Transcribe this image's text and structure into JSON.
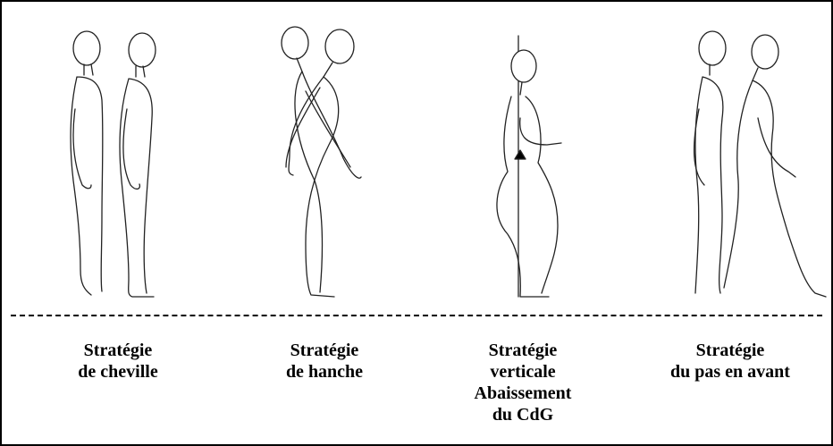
{
  "captions": [
    {
      "lines": [
        "Stratégie",
        "de cheville"
      ]
    },
    {
      "lines": [
        "Stratégie",
        "de hanche"
      ]
    },
    {
      "lines": [
        "Stratégie",
        "verticale",
        "Abaissement",
        "du CdG"
      ]
    },
    {
      "lines": [
        "Stratégie",
        "du pas en avant"
      ]
    }
  ],
  "colors": {
    "stroke": "#222222",
    "border": "#000000",
    "background": "#ffffff"
  }
}
